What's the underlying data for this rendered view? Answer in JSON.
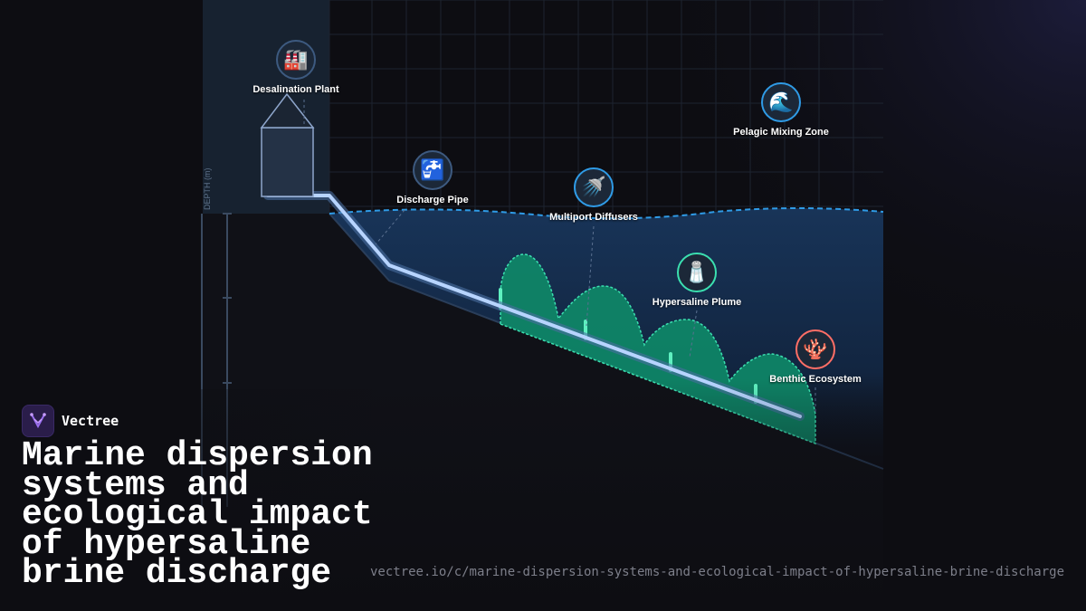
{
  "brand": {
    "name": "Vectree"
  },
  "title": "Marine dispersion systems and ecological impact of hypersaline brine discharge",
  "url": "vectree.io/c/marine-dispersion-systems-and-ecological-impact-of-hypersaline-brine-discharge",
  "diagram": {
    "axis_label": "DEPTH (m)",
    "nodes": {
      "plant": {
        "label": "Desalination Plant",
        "icon": "🏭",
        "icon_name": "factory-icon"
      },
      "pipe": {
        "label": "Discharge Pipe",
        "icon": "🚰",
        "icon_name": "faucet-icon"
      },
      "diffuser": {
        "label": "Multiport Diffusers",
        "icon": "🚿",
        "icon_name": "shower-icon"
      },
      "pelagic": {
        "label": "Pelagic Mixing Zone",
        "icon": "🌊",
        "icon_name": "wave-icon"
      },
      "plume": {
        "label": "Hypersaline Plume",
        "icon": "🧂",
        "icon_name": "salt-icon"
      },
      "benthic": {
        "label": "Benthic Ecosystem",
        "icon": "🪸",
        "icon_name": "coral-icon"
      }
    }
  },
  "colors": {
    "background": "#0d0d12",
    "water": "#173152",
    "waterline": "#2f9be6",
    "plume": "#0e8a68",
    "plume_edge": "#3be0b0",
    "pipe": "#b7d4ff",
    "benthic_accent": "#ff6e66",
    "brand_accent": "#7a4fd1"
  }
}
